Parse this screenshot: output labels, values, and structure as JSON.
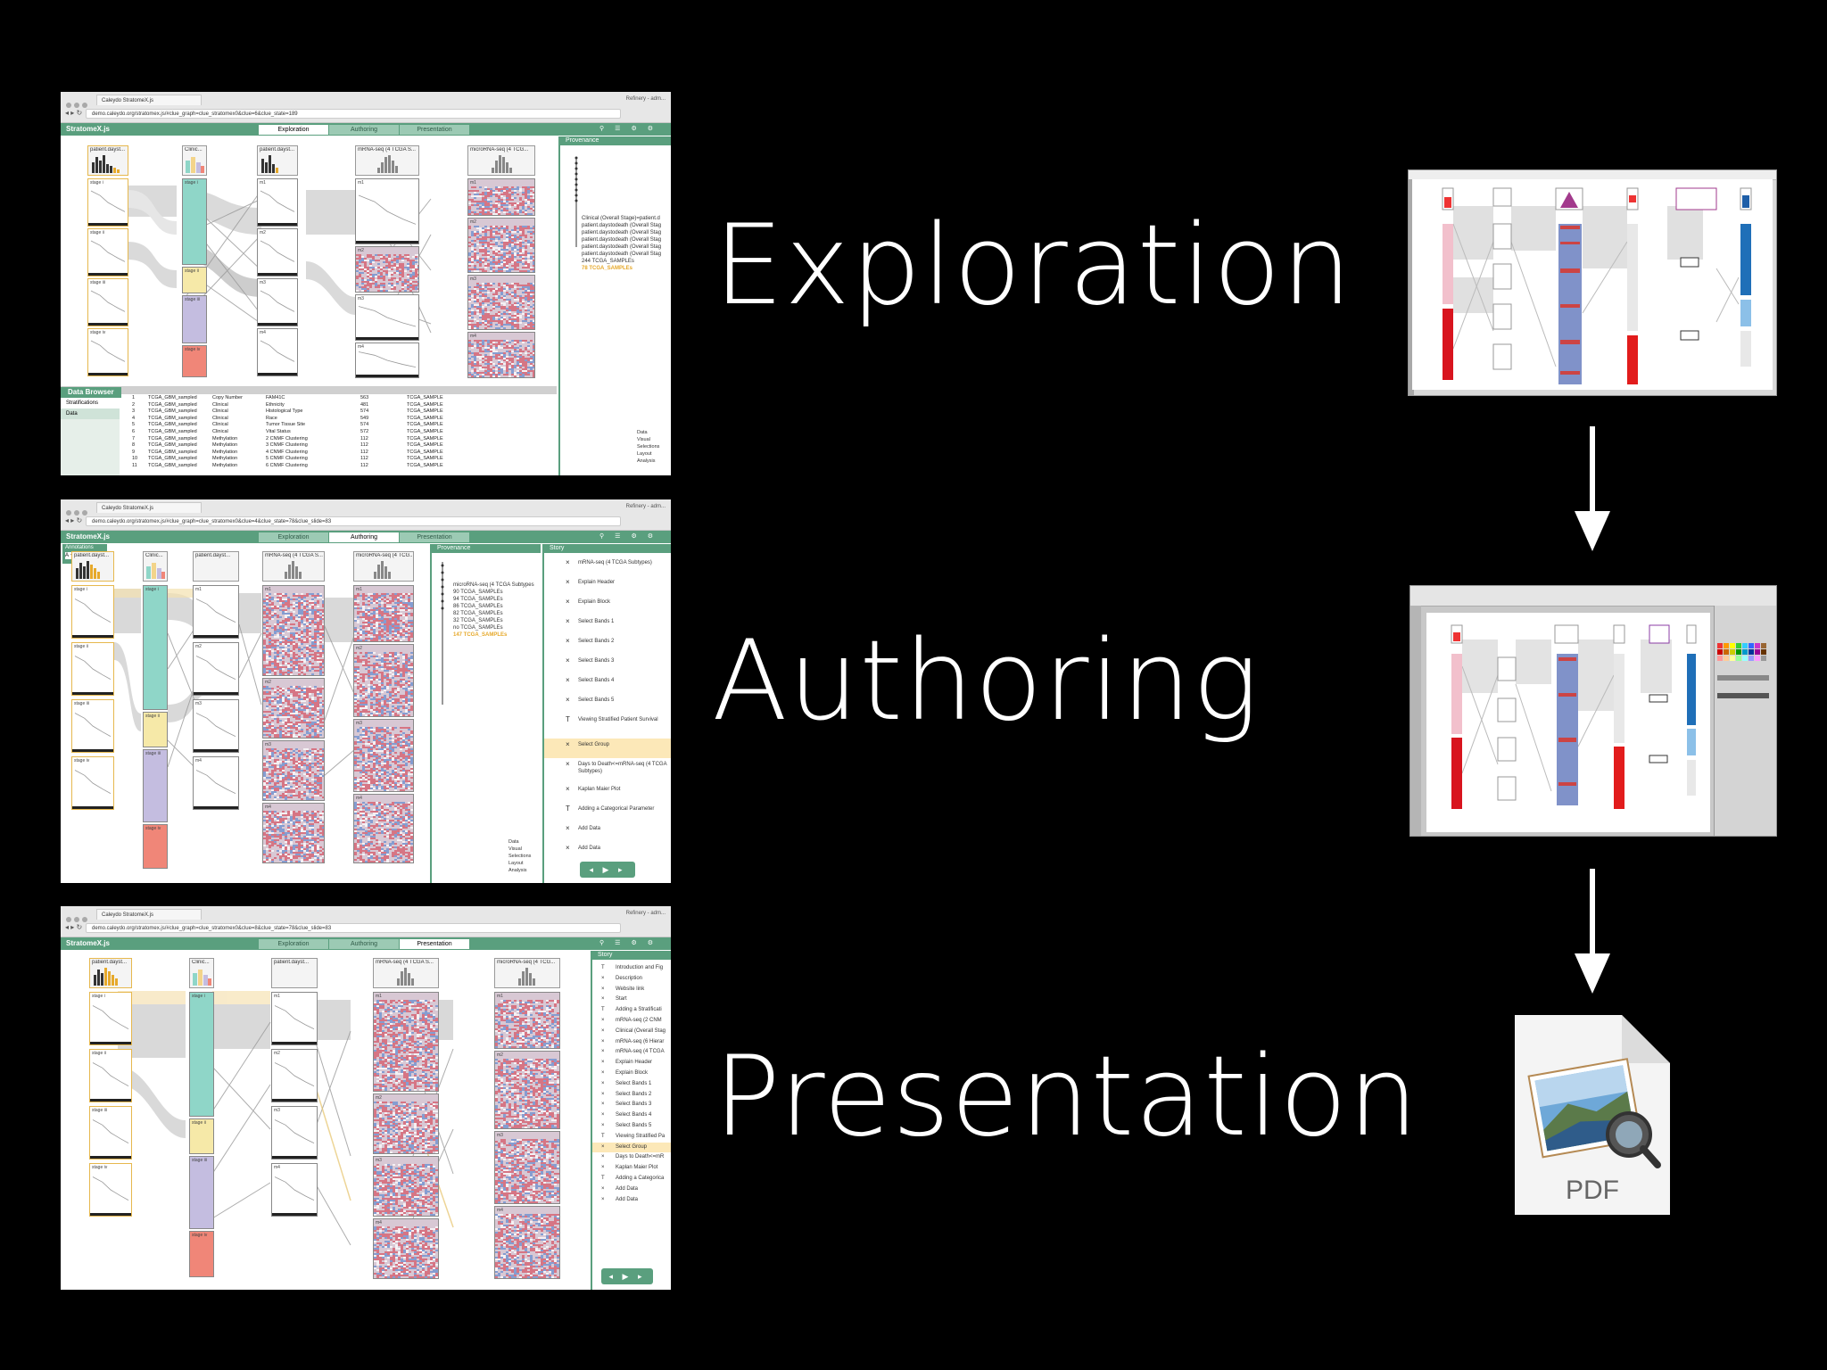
{
  "stages": [
    {
      "title": "Exploration"
    },
    {
      "title": "Authoring"
    },
    {
      "title": "Presentation"
    }
  ],
  "browser": {
    "tab_title": "Caleydo StratomeX.js",
    "refinery": "Refinery - adm...",
    "urls": [
      "demo.caleydo.org/stratomex.js/#clue_graph=clue_stratomex0&clue=6&clue_state=189",
      "demo.caleydo.org/stratomex.js/#clue_graph=clue_stratomex0&clue=4&clue_state=78&clue_slide=83",
      "demo.caleydo.org/stratomex.js/#clue_graph=clue_stratomex0&clue=8&clue_state=78&clue_slide=83"
    ]
  },
  "app": {
    "brand": "StratomeX.js",
    "modes": [
      "Exploration",
      "Authoring",
      "Presentation"
    ]
  },
  "columns": {
    "patient": "patient.dayst...",
    "clinical": "Clinic...",
    "patient2": "patient.dayst...",
    "mrna": "mRNA-seq (4 TCGA S...",
    "microrna": "microRNA-seq (4 TCG..."
  },
  "groups": {
    "stage_i": "stage i",
    "stage_ii": "stage ii",
    "stage_iii": "stage iii",
    "stage_iv": "stage iv",
    "m1": "m1",
    "m2": "m2",
    "m3": "m3",
    "m4": "m4"
  },
  "provenance": {
    "title": "Provenance",
    "items_exploration": [
      "Clinical (Overall Stage)=patient.d",
      "patient.daystodeath (Overall Stag",
      "patient.daystodeath (Overall Stag",
      "patient.daystodeath (Overall Stag",
      "patient.daystodeath (Overall Stag",
      "patient.daystodeath (Overall Stag",
      "244 TCGA_SAMPLEs",
      "78 TCGA_SAMPLEs"
    ],
    "items_authoring": [
      "microRNA-seq (4 TCGA Subtypes",
      "90 TCGA_SAMPLEs",
      "94 TCGA_SAMPLEs",
      "86 TCGA_SAMPLEs",
      "82 TCGA_SAMPLEs",
      "32 TCGA_SAMPLEs",
      "no TCGA_SAMPLEs",
      "147 TCGA_SAMPLEs"
    ],
    "filters": [
      "Data",
      "Visual",
      "Selections",
      "Layout",
      "Analysis"
    ]
  },
  "data_browser": {
    "title": "Data Browser",
    "tabs": [
      "Stratifications",
      "Data"
    ],
    "rows": [
      [
        "1",
        "TCGA_GBM_sampled",
        "Copy Number",
        "FAM41C",
        "563",
        "TCGA_SAMPLE"
      ],
      [
        "2",
        "TCGA_GBM_sampled",
        "Clinical",
        "Ethnicity",
        "481",
        "TCGA_SAMPLE"
      ],
      [
        "3",
        "TCGA_GBM_sampled",
        "Clinical",
        "Histological Type",
        "574",
        "TCGA_SAMPLE"
      ],
      [
        "4",
        "TCGA_GBM_sampled",
        "Clinical",
        "Race",
        "549",
        "TCGA_SAMPLE"
      ],
      [
        "5",
        "TCGA_GBM_sampled",
        "Clinical",
        "Tumor Tissue Site",
        "574",
        "TCGA_SAMPLE"
      ],
      [
        "6",
        "TCGA_GBM_sampled",
        "Clinical",
        "Vital Status",
        "572",
        "TCGA_SAMPLE"
      ],
      [
        "7",
        "TCGA_GBM_sampled",
        "Methylation",
        "2 CNMF Clustering",
        "112",
        "TCGA_SAMPLE"
      ],
      [
        "8",
        "TCGA_GBM_sampled",
        "Methylation",
        "3 CNMF Clustering",
        "112",
        "TCGA_SAMPLE"
      ],
      [
        "9",
        "TCGA_GBM_sampled",
        "Methylation",
        "4 CNMF Clustering",
        "112",
        "TCGA_SAMPLE"
      ],
      [
        "10",
        "TCGA_GBM_sampled",
        "Methylation",
        "5 CNMF Clustering",
        "112",
        "TCGA_SAMPLE"
      ],
      [
        "11",
        "TCGA_GBM_sampled",
        "Methylation",
        "6 CNMF Clustering",
        "112",
        "TCGA_SAMPLE"
      ]
    ]
  },
  "story": {
    "title": "Story",
    "authoring_items": [
      "mRNA-seq (4 TCGA Subtypes)",
      "Explain Header",
      "Explain Block",
      "Select Bands 1",
      "Select Bands 2",
      "Select Bands 3",
      "Select Bands 4",
      "Select Bands 5",
      "Viewing Stratified Patient Survival",
      "Select Group",
      "Days to Death<=mRNA-seq (4 TCGA Subtypes)",
      "Kaplan Maier Plot",
      "Adding a Categorical Parameter",
      "Add Data",
      "Add Data"
    ],
    "presentation_items": [
      "Introduction and Fig",
      "Description",
      "Website link",
      "Start",
      "Adding a Stratificati",
      "mRNA-seq (2 CNM",
      "Clinical (Overall Stag",
      "mRNA-seq (6 Hierar",
      "mRNA-seq (4 TCGA",
      "Explain Header",
      "Explain Block",
      "Select Bands 1",
      "Select Bands 2",
      "Select Bands 3",
      "Select Bands 4",
      "Select Bands 5",
      "Viewing Stratified Pa",
      "Select Group",
      "Days to Death<=mR",
      "Kaplan Maier Plot",
      "Adding a Categorica",
      "Add Data",
      "Add Data"
    ],
    "player": "◂ ▶ ▸"
  },
  "annotations": {
    "title": "Annotations"
  },
  "pdf": {
    "label": "PDF"
  },
  "colors": {
    "accent": "#5a9f7e",
    "background": "#000000",
    "stage_i": "#f3d48a",
    "teal": "#8fd6c8",
    "lavender": "#c4bde0",
    "salmon": "#f08678",
    "heat_red": "#d65a6a",
    "heat_blue": "#6a8fd0"
  }
}
